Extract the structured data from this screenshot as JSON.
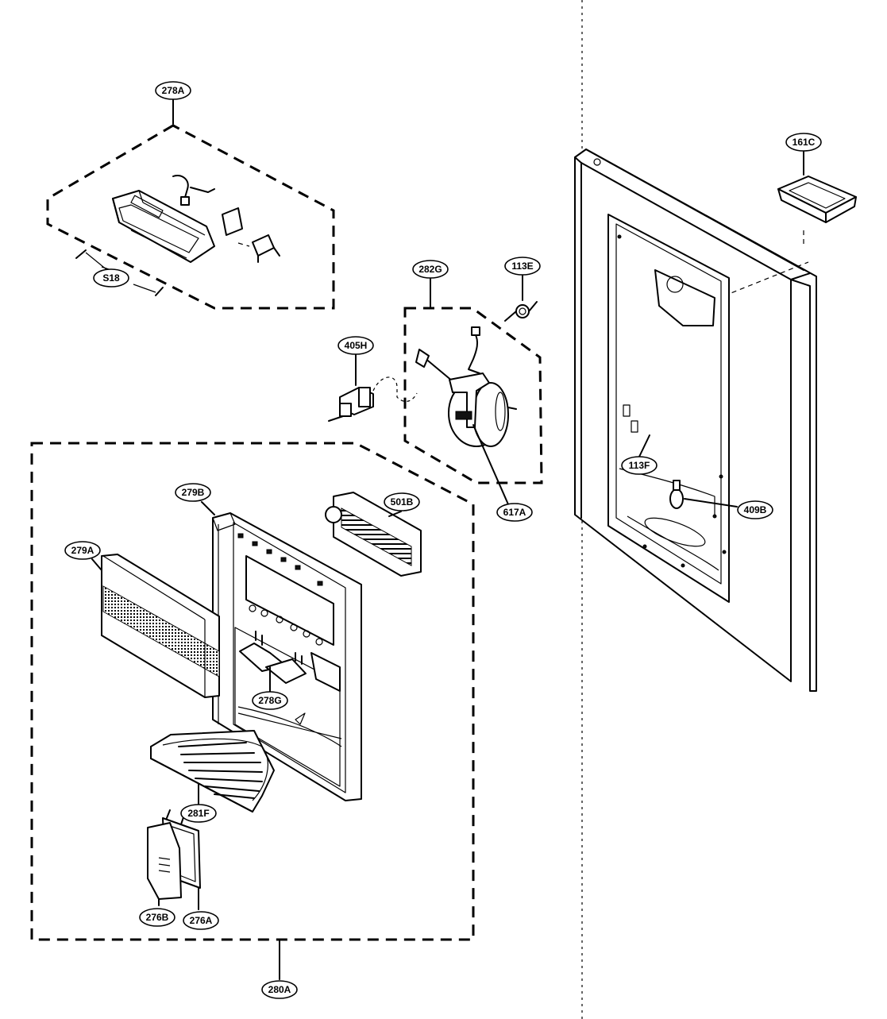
{
  "labels": {
    "l278A": "278A",
    "lS18": "S18",
    "l161C": "161C",
    "l282G": "282G",
    "l113E": "113E",
    "l405H": "405H",
    "l279B": "279B",
    "l501B": "501B",
    "l617A": "617A",
    "l113F": "113F",
    "l409B": "409B",
    "l279A": "279A",
    "l278G": "278G",
    "l281F": "281F",
    "l276B": "276B",
    "l276A": "276A",
    "l280A": "280A"
  }
}
